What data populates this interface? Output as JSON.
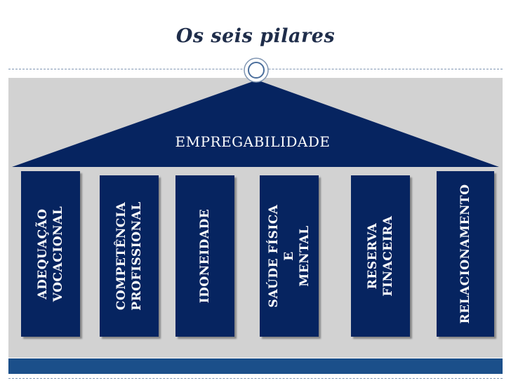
{
  "slide": {
    "title": "Os seis pilares",
    "roof_label": "EMPREGABILIDADE"
  },
  "pillars": [
    {
      "line1": "ADEQUAÇÃO",
      "line2": "VOCACIONAL"
    },
    {
      "line1": "COMPETÊNCIA",
      "line2": "PROFISSIONAL"
    },
    {
      "line1": "IDONEIDADE"
    },
    {
      "line1": "SAÚDE FÍSICA",
      "line2": "E",
      "line3": "MENTAL"
    },
    {
      "line1": "RESERVA",
      "line2": "FINACEIRA"
    },
    {
      "line1": "RELACIONAMENTO"
    }
  ],
  "colors": {
    "navy": "#062460",
    "band": "#d2d2d2",
    "bottom_bar": "#1b4f8a",
    "title": "#1f2d4a"
  }
}
